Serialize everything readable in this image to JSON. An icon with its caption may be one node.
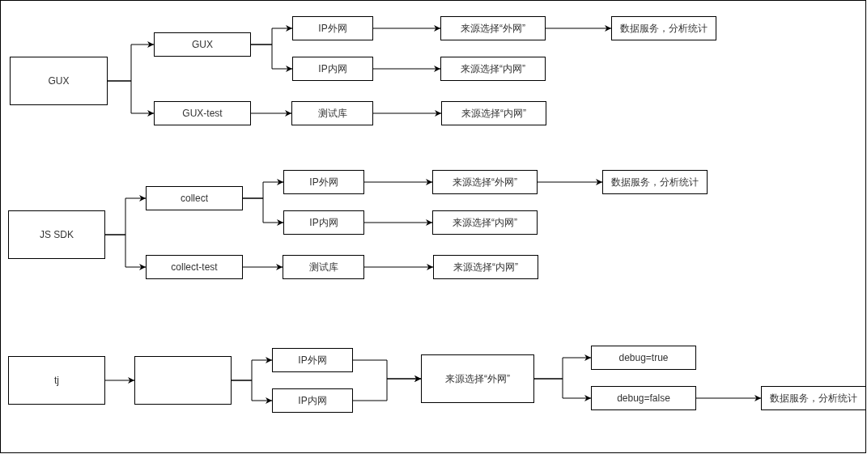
{
  "diagram": {
    "nodes": [
      {
        "text": [
          "GUX"
        ]
      },
      {
        "text": [
          "GUX"
        ]
      },
      {
        "text": [
          "GUX-test"
        ]
      },
      {
        "text": [
          "IP外网"
        ]
      },
      {
        "text": [
          "IP内网"
        ]
      },
      {
        "text": [
          "测试库"
        ]
      },
      {
        "text": [
          "来源选择“外网”"
        ]
      },
      {
        "text": [
          "来源选择“内网”"
        ]
      },
      {
        "text": [
          "来源选择“内网”"
        ]
      },
      {
        "text": [
          "数据服务，分析统计"
        ]
      },
      {
        "text": [
          "JS SDK"
        ]
      },
      {
        "text": [
          "collect"
        ]
      },
      {
        "text": [
          "collect-test"
        ]
      },
      {
        "text": [
          "IP外网"
        ]
      },
      {
        "text": [
          "IP内网"
        ]
      },
      {
        "text": [
          "测试库"
        ]
      },
      {
        "text": [
          "来源选择“外网”"
        ]
      },
      {
        "text": [
          "来源选择“内网”"
        ]
      },
      {
        "text": [
          "来源选择“内网”"
        ]
      },
      {
        "text": [
          "数据服务，分析统计"
        ]
      },
      {
        "text": [
          "tj"
        ]
      },
      {
        "text": [],
        "shape": "box"
      },
      {
        "text": [
          "IP外网"
        ]
      },
      {
        "text": [
          "IP内网"
        ]
      },
      {
        "text": [
          "来源选择“外网”"
        ]
      },
      {
        "text": [
          "debug=true"
        ]
      },
      {
        "text": [
          "debug=false"
        ]
      },
      {
        "text": [
          "数据服务，分析统计"
        ]
      }
    ],
    "edges": [
      {
        "from": 0,
        "to": 1,
        "arrow": "to"
      },
      {
        "from": 0,
        "to": 2,
        "arrow": "to"
      },
      {
        "from": 1,
        "to": 3,
        "arrow": "to"
      },
      {
        "from": 1,
        "to": 4,
        "arrow": "to"
      },
      {
        "from": 2,
        "to": 5,
        "arrow": "to"
      },
      {
        "from": 3,
        "to": 6,
        "arrow": "to"
      },
      {
        "from": 4,
        "to": 7,
        "arrow": "to"
      },
      {
        "from": 5,
        "to": 8,
        "arrow": "to"
      },
      {
        "from": 6,
        "to": 9,
        "arrow": "to"
      },
      {
        "from": 10,
        "to": 11,
        "arrow": "to"
      },
      {
        "from": 10,
        "to": 12,
        "arrow": "to"
      },
      {
        "from": 11,
        "to": 13,
        "arrow": "to"
      },
      {
        "from": 11,
        "to": 14,
        "arrow": "to"
      },
      {
        "from": 12,
        "to": 15,
        "arrow": "to"
      },
      {
        "from": 13,
        "to": 16,
        "arrow": "to"
      },
      {
        "from": 14,
        "to": 17,
        "arrow": "to"
      },
      {
        "from": 15,
        "to": 18,
        "arrow": "to"
      },
      {
        "from": 16,
        "to": 19,
        "arrow": "to"
      },
      {
        "from": 20,
        "to": 21,
        "arrow": "to"
      },
      {
        "from": 21,
        "to": 22,
        "arrow": "to"
      },
      {
        "from": 21,
        "to": 23,
        "arrow": "to"
      },
      {
        "from": 22,
        "to": 24,
        "arrow": "to"
      },
      {
        "from": 23,
        "to": 24,
        "arrow": "to"
      },
      {
        "from": 24,
        "to": 25,
        "arrow": "to"
      },
      {
        "from": 24,
        "to": 26,
        "arrow": "to"
      },
      {
        "from": 26,
        "to": 27,
        "arrow": "to"
      }
    ]
  }
}
